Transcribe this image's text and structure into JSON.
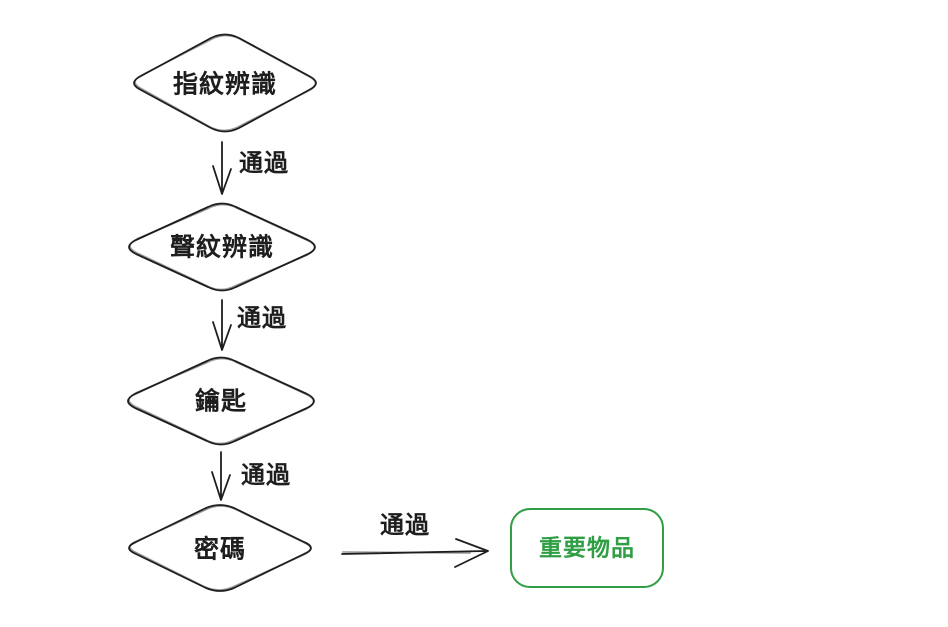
{
  "colors": {
    "stroke": "#1e1e1e",
    "accent_green": "#2f9e44",
    "background": "#ffffff"
  },
  "flowchart": {
    "nodes": [
      {
        "id": "fingerprint",
        "type": "decision",
        "label": "指紋辨識"
      },
      {
        "id": "voiceprint",
        "type": "decision",
        "label": "聲紋辨識"
      },
      {
        "id": "key",
        "type": "decision",
        "label": "鑰匙"
      },
      {
        "id": "password",
        "type": "decision",
        "label": "密碼"
      },
      {
        "id": "valuables",
        "type": "terminal",
        "label": "重要物品"
      }
    ],
    "edges": [
      {
        "from": "fingerprint",
        "to": "voiceprint",
        "label": "通過"
      },
      {
        "from": "voiceprint",
        "to": "key",
        "label": "通過"
      },
      {
        "from": "key",
        "to": "password",
        "label": "通過"
      },
      {
        "from": "password",
        "to": "valuables",
        "label": "通過"
      }
    ]
  }
}
